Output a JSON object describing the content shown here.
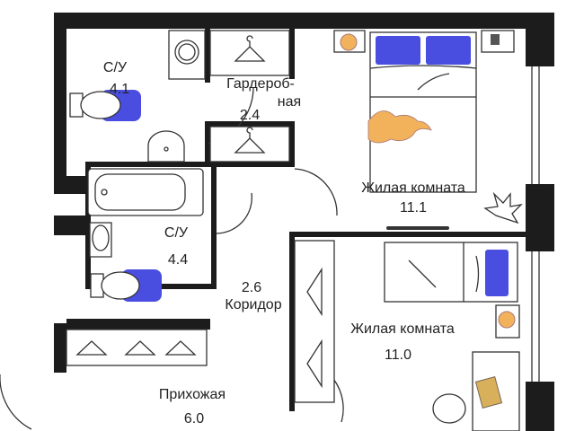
{
  "rooms": {
    "bathroom_1": {
      "name": "С/У",
      "area": "4.1"
    },
    "wardrobe": {
      "name_line1": "Гардероб-",
      "name_line2": "ная",
      "area": "2.4"
    },
    "living_room_1": {
      "name": "Жилая комната",
      "area": "11.1"
    },
    "bathroom_2": {
      "name": "С/У",
      "area": "4.4"
    },
    "corridor": {
      "name": "Коридор",
      "area": "2.6"
    },
    "living_room_2": {
      "name": "Жилая комната",
      "area": "11.0"
    },
    "hallway": {
      "name": "Прихожая",
      "area": "6.0"
    }
  },
  "colors": {
    "wall": "#1c1c1c",
    "accent_blue": "#4a4ee0",
    "accent_orange": "#f2b25c"
  }
}
